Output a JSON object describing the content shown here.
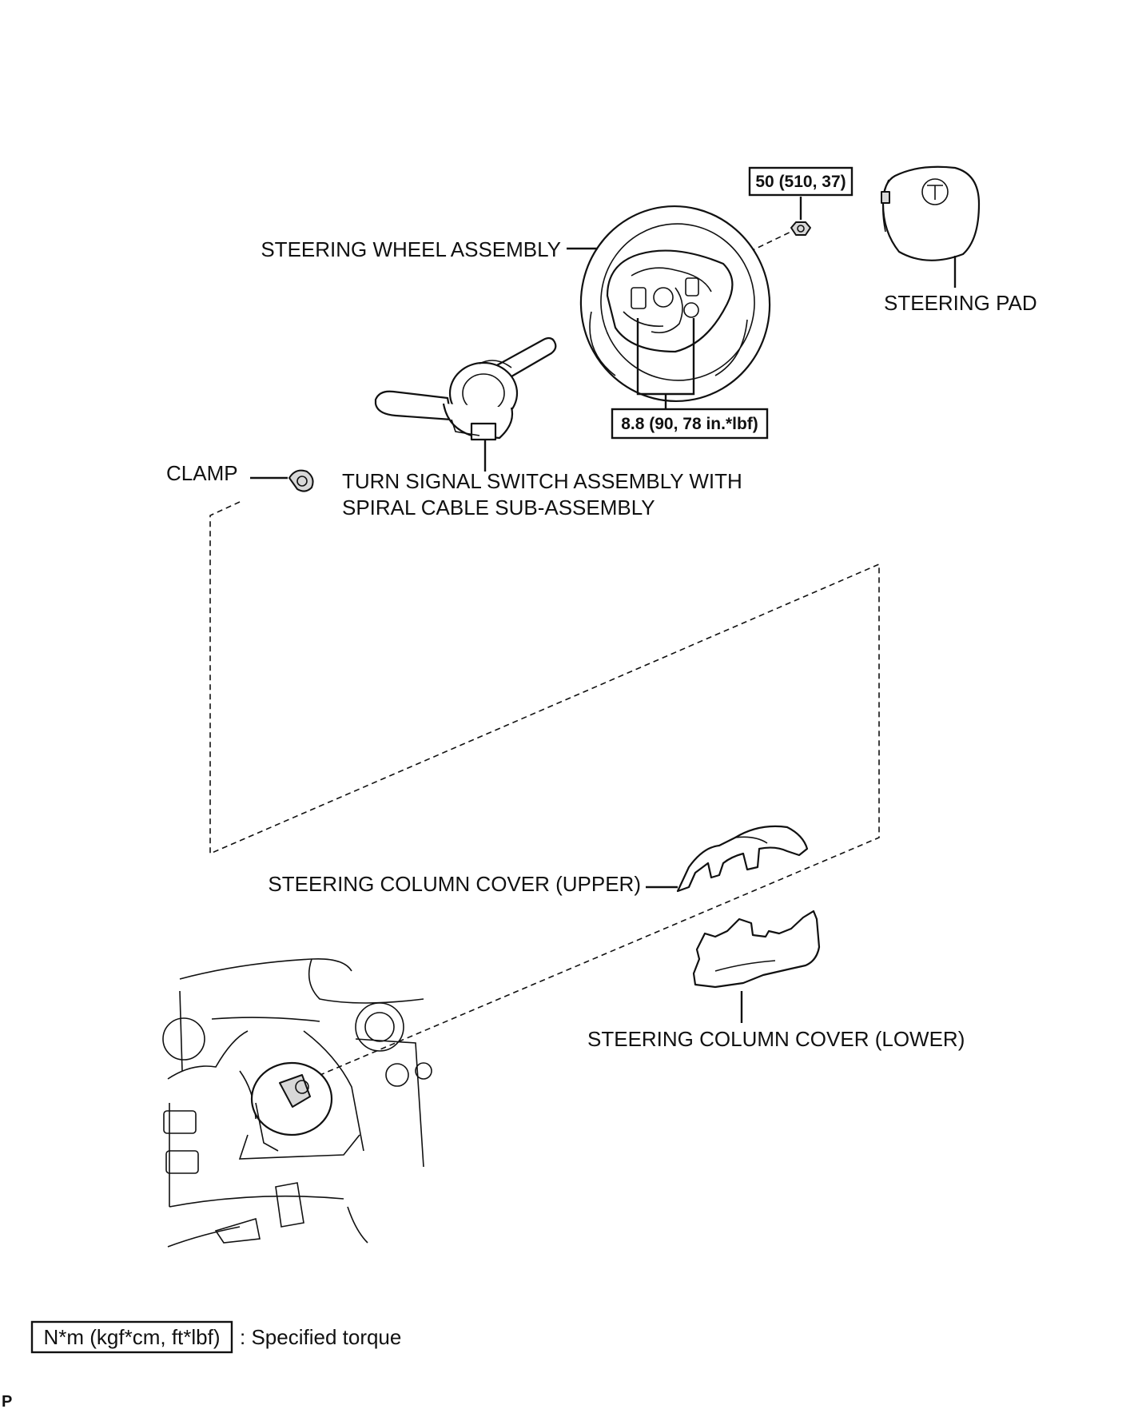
{
  "labels": {
    "steering_wheel": "STEERING WHEEL ASSEMBLY",
    "steering_pad": "STEERING PAD",
    "clamp": "CLAMP",
    "turn_signal_line1": "TURN SIGNAL SWITCH ASSEMBLY WITH",
    "turn_signal_line2": "SPIRAL CABLE SUB-ASSEMBLY",
    "column_cover_upper": "STEERING COLUMN COVER (UPPER)",
    "column_cover_lower": "STEERING COLUMN COVER (LOWER)"
  },
  "torques": {
    "wheel_nut": "50 (510, 37)",
    "pad_screws": "8.8 (90, 78 in.*lbf)"
  },
  "legend": {
    "unit_box": "N*m (kgf*cm, ft*lbf)",
    "description": ": Specified torque"
  },
  "corner_mark": "P"
}
